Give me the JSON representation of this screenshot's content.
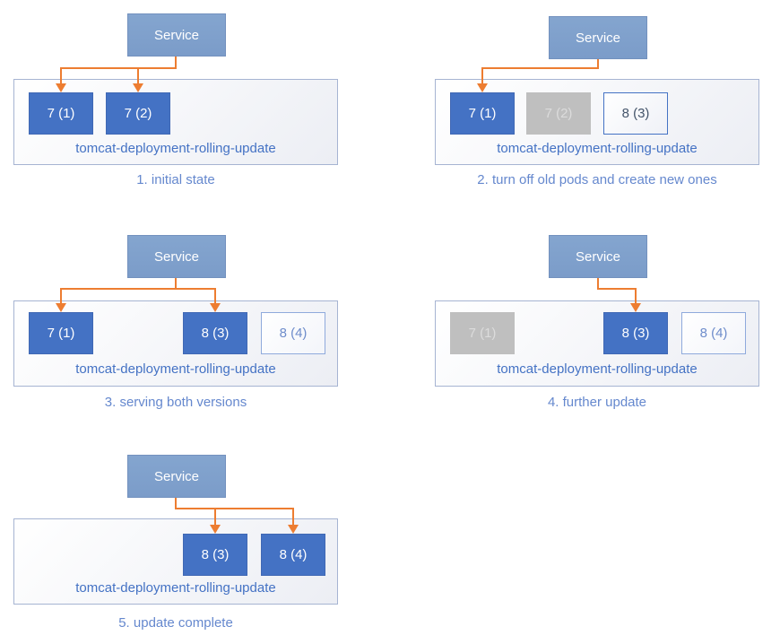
{
  "diagram_title": "tomcat deployment rolling update stages",
  "colors": {
    "service_fill": "#7E9FCB",
    "service_border": "#7391BE",
    "pod_active_fill": "#4472C4",
    "pod_active_text": "#FFFFFF",
    "pod_terminated_fill": "#BFBFBF",
    "pod_terminated_text": "#DCDCDC",
    "pod_new_border_dark": "#4472C4",
    "pod_new_text_dark": "#44546A",
    "pod_new_border_light": "#8FAADC",
    "pod_new_text_light": "#6E8CCB",
    "deployment_box_border": "#A6B4D2",
    "deployment_label_text": "#4472C4",
    "caption_text": "#6588CE",
    "arrow": "#ED7D31"
  },
  "panels": [
    {
      "caption": "1. initial state",
      "service_label": "Service",
      "deployment_label": "tomcat-deployment-rolling-update",
      "pods": [
        {
          "label": "7 (1)",
          "state": "active",
          "receives_traffic": true
        },
        {
          "label": "7 (2)",
          "state": "active",
          "receives_traffic": true
        }
      ]
    },
    {
      "caption": "2. turn off old pods and create new ones",
      "service_label": "Service",
      "deployment_label": "tomcat-deployment-rolling-update",
      "pods": [
        {
          "label": "7 (1)",
          "state": "active",
          "receives_traffic": true
        },
        {
          "label": "7 (2)",
          "state": "terminated",
          "receives_traffic": false
        },
        {
          "label": "8 (3)",
          "state": "new",
          "receives_traffic": false
        }
      ]
    },
    {
      "caption": "3. serving both versions",
      "service_label": "Service",
      "deployment_label": "tomcat-deployment-rolling-update",
      "pods": [
        {
          "label": "7 (1)",
          "state": "active",
          "receives_traffic": true
        },
        {
          "label": "8 (3)",
          "state": "active",
          "receives_traffic": true
        },
        {
          "label": "8 (4)",
          "state": "new",
          "receives_traffic": false
        }
      ]
    },
    {
      "caption": "4. further update",
      "service_label": "Service",
      "deployment_label": "tomcat-deployment-rolling-update",
      "pods": [
        {
          "label": "7 (1)",
          "state": "terminated",
          "receives_traffic": false
        },
        {
          "label": "8 (3)",
          "state": "active",
          "receives_traffic": true
        },
        {
          "label": "8 (4)",
          "state": "new",
          "receives_traffic": false
        }
      ]
    },
    {
      "caption": "5. update complete",
      "service_label": "Service",
      "deployment_label": "tomcat-deployment-rolling-update",
      "pods": [
        {
          "label": "8 (3)",
          "state": "active",
          "receives_traffic": true
        },
        {
          "label": "8 (4)",
          "state": "active",
          "receives_traffic": true
        }
      ]
    }
  ]
}
